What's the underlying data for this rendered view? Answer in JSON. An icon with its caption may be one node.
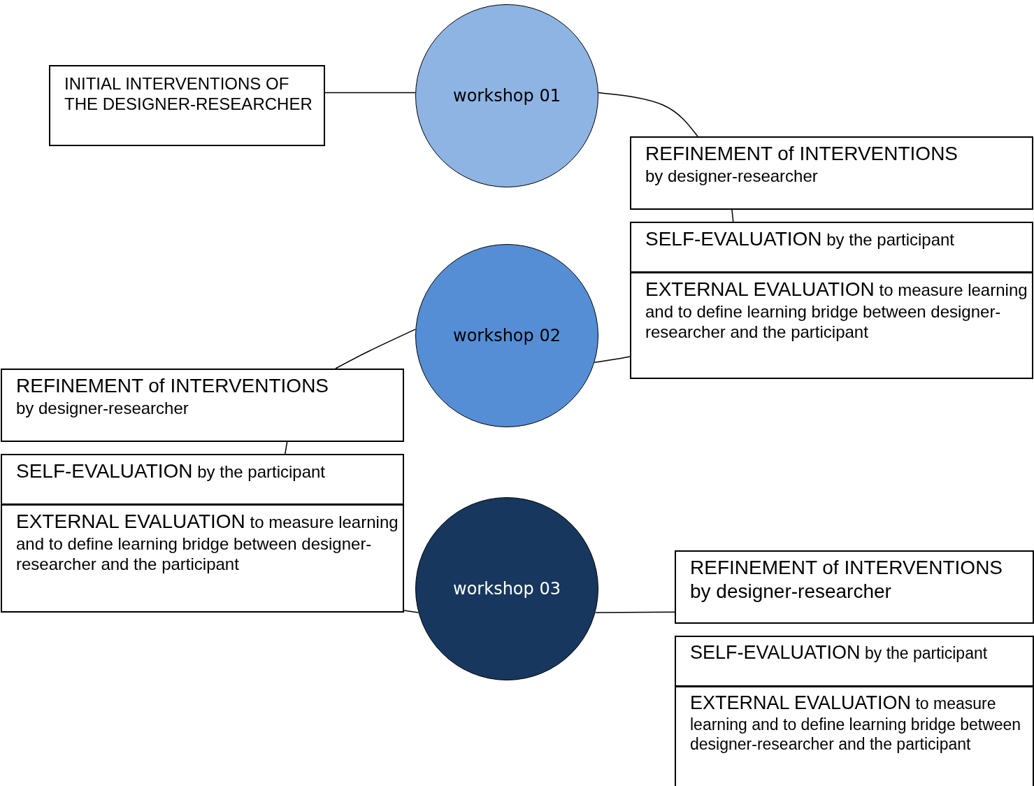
{
  "diagram": {
    "nodes": [
      {
        "text": [
          "INITIAL INTERVENTIONS OF THE DESIGNER-RESEARCHER"
        ]
      },
      {
        "text": [
          "workshop 01"
        ]
      },
      {
        "text": [
          "REFINEMENT of INTERVENTIONS",
          "by designer-researcher"
        ]
      },
      {
        "text": [
          "SELF-EVALUATION",
          "by the participant"
        ]
      },
      {
        "text": [
          "EXTERNAL EVALUATION",
          "to measure learning and to define learning bridge between designer-researcher and the participant"
        ]
      },
      {
        "text": [
          "workshop 02"
        ]
      },
      {
        "text": [
          "REFINEMENT of INTERVENTIONS",
          "by designer-researcher"
        ]
      },
      {
        "text": [
          "SELF-EVALUATION",
          "by the participant"
        ]
      },
      {
        "text": [
          "EXTERNAL EVALUATION",
          "to measure learning and to define learning bridge between designer-researcher and the participant"
        ]
      },
      {
        "text": [
          "workshop 03"
        ]
      },
      {
        "text": [
          "REFINEMENT of INTERVENTIONS",
          "by designer-researcher"
        ]
      },
      {
        "text": [
          "SELF-EVALUATION",
          "by the participant"
        ]
      },
      {
        "text": [
          "EXTERNAL EVALUATION",
          "to measure learning and to define learning bridge between designer-researcher and the participant"
        ]
      }
    ],
    "edges": [
      {
        "from": 0,
        "to": 1,
        "arrow": "none"
      },
      {
        "from": 1,
        "to": 2,
        "arrow": "none"
      },
      {
        "from": 2,
        "to": 3,
        "arrow": "none"
      },
      {
        "from": 4,
        "to": 5,
        "arrow": "none"
      },
      {
        "from": 5,
        "to": 6,
        "arrow": "none"
      },
      {
        "from": 6,
        "to": 7,
        "arrow": "none"
      },
      {
        "from": 8,
        "to": 9,
        "arrow": "none"
      },
      {
        "from": 9,
        "to": 10,
        "arrow": "none"
      }
    ]
  }
}
